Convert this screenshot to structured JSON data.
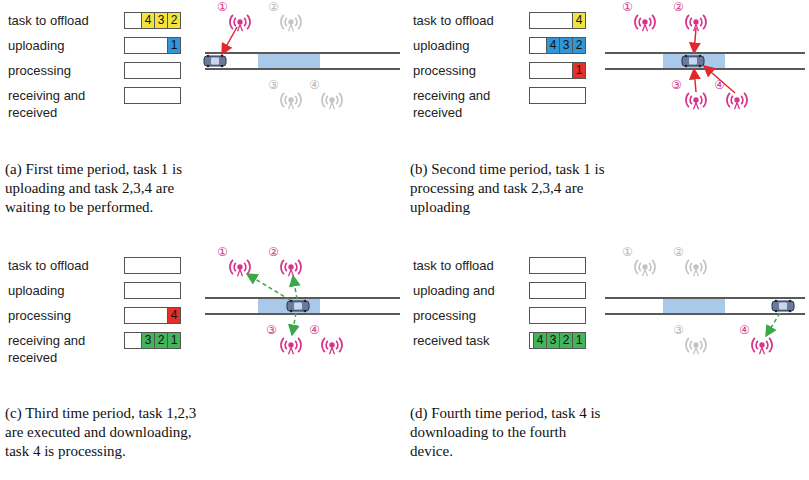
{
  "diagram": {
    "nodes": [
      {
        "text": [
          "task to offload",
          "4",
          "3",
          "2"
        ]
      },
      {
        "text": [
          "uploading",
          "1"
        ]
      },
      {
        "text": [
          "processing"
        ]
      },
      {
        "text": [
          "receiving and received"
        ]
      },
      {
        "text": [
          "task to offload",
          "4"
        ]
      },
      {
        "text": [
          "uploading",
          "4",
          "3",
          "2"
        ]
      },
      {
        "text": [
          "processing",
          "1"
        ]
      },
      {
        "text": [
          "receiving and received"
        ]
      },
      {
        "text": [
          "task to offload"
        ]
      },
      {
        "text": [
          "uploading"
        ]
      },
      {
        "text": [
          "processing",
          "4"
        ]
      },
      {
        "text": [
          "receiving and received",
          "3",
          "2",
          "1"
        ]
      },
      {
        "text": [
          "task to offload"
        ]
      },
      {
        "text": [
          "uploading and"
        ]
      },
      {
        "text": [
          "processing"
        ]
      },
      {
        "text": [
          "received task",
          "4",
          "3",
          "2",
          "1"
        ]
      }
    ],
    "labels": [
      "①",
      "②",
      "③",
      "④",
      "(a) First time period, task 1 is uploading and task 2,3,4 are waiting to be performed.",
      "①",
      "②",
      "③",
      "④",
      "(b) Second time period, task 1 is processing and task 2,3,4 are uploading",
      "①",
      "②",
      "③",
      "④",
      "(c) Third time period, task 1,2,3 are executed and downloading, task 4 is processing.",
      "①",
      "②",
      "③",
      "④",
      "(d) Fourth time period, task 4 is downloading to the fourth device."
    ]
  }
}
